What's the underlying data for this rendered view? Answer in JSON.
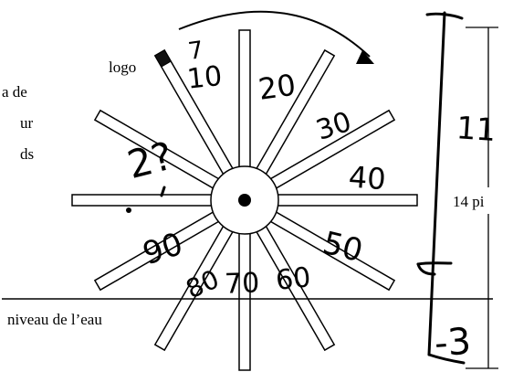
{
  "left_text": [
    "a de",
    "ur",
    "ds"
  ],
  "labels": {
    "logo": "logo",
    "water_level": "niveau de l’eau",
    "height": "14 pi"
  },
  "handwritten": {
    "spoke_numbers": [
      "10",
      "20",
      "30",
      "40",
      "50",
      "60",
      "70",
      "80",
      "90"
    ],
    "question": "2?",
    "top_mark": "7",
    "above_water": "11",
    "below_water": "-3"
  },
  "wheel": {
    "spokes": 12,
    "rotation": "clockwise"
  },
  "colors": {
    "ink": "#000000",
    "background": "#ffffff"
  }
}
